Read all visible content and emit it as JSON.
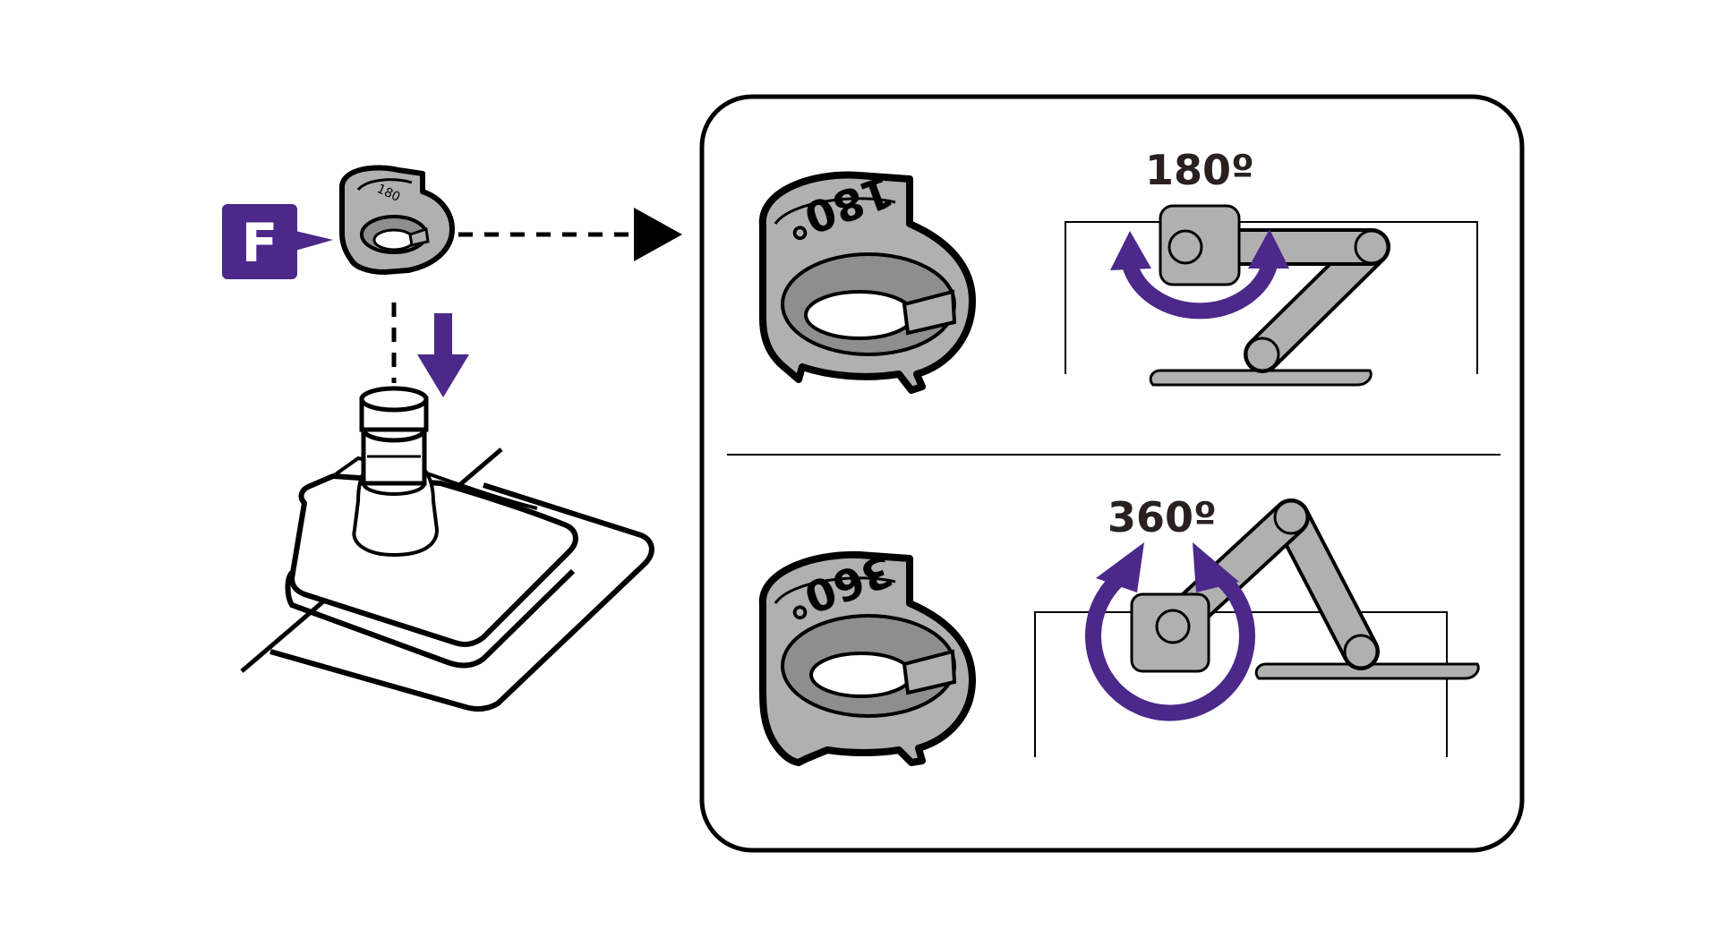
{
  "callout": {
    "letter": "F"
  },
  "options": [
    {
      "ring_text": "180°",
      "angle_text": "180º"
    },
    {
      "ring_text": "360°",
      "angle_text": "360º"
    }
  ],
  "colors": {
    "accent": "#4b2889",
    "part_fill": "#b0b0b0",
    "part_dark": "#8e8e8e",
    "outline": "#000000",
    "label_text": "#2b2020"
  }
}
